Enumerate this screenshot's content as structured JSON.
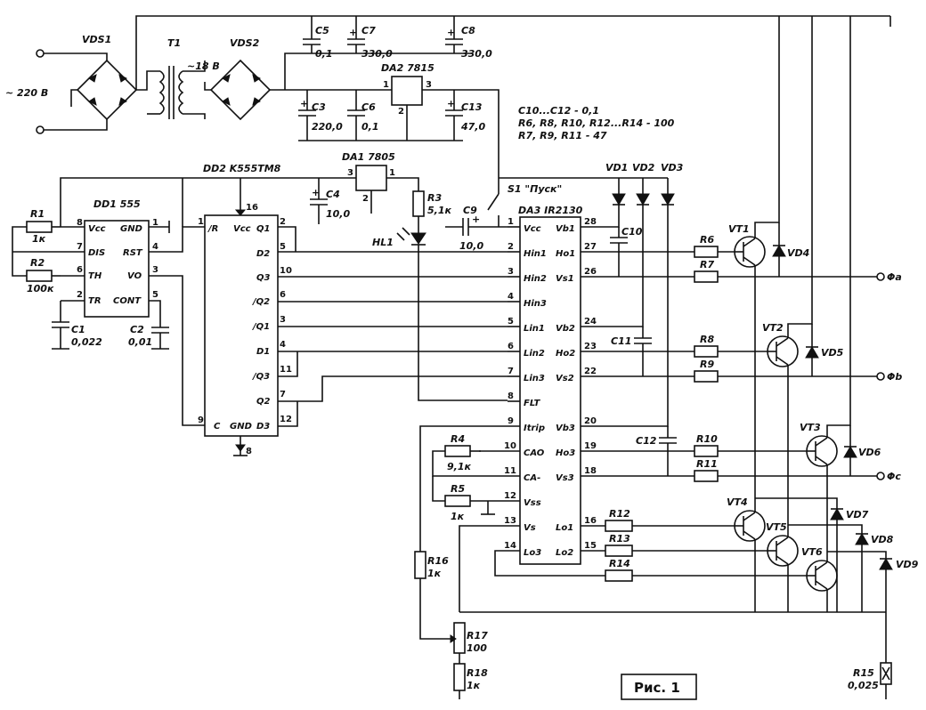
{
  "labels": {
    "vds1": "VDS1",
    "t1": "T1",
    "vds2": "VDS2",
    "mains": "~ 220 В",
    "sec": "~18 В",
    "c5": "C5",
    "c5v": "0,1",
    "c7": "C7",
    "c7v": "330,0",
    "c8": "C8",
    "c8v": "330,0",
    "da2": "DA2 7815",
    "c3": "C3",
    "c3v": "220,0",
    "c6": "C6",
    "c6v": "0,1",
    "c13": "C13",
    "c13v": "47,0",
    "note1": "C10...C12 - 0,1",
    "note2": "R6, R8, R10, R12...R14 - 100",
    "note3": "R7, R9, R11 - 47",
    "dd2": "DD2 K555TM8",
    "da1": "DA1 7805",
    "c4": "C4",
    "c4v": "10,0",
    "r3": "R3",
    "r3v": "5,1к",
    "hl1": "HL1",
    "s1": "S1 \"Пуск\"",
    "c9": "C9",
    "c9v": "10,0",
    "vd1": "VD1",
    "vd2": "VD2",
    "vd3": "VD3",
    "dd1": "DD1 555",
    "r1": "R1",
    "r1v": "1к",
    "r2": "R2",
    "r2v": "100к",
    "c1": "C1",
    "c1v": "0,022",
    "c2": "C2",
    "c2v": "0,01",
    "da3": "DA3 IR2130",
    "c10": "C10",
    "c11": "C11",
    "c12": "C12",
    "r4": "R4",
    "r4v": "9,1к",
    "r5": "R5",
    "r5v": "1к",
    "r6": "R6",
    "r7": "R7",
    "r8": "R8",
    "r9": "R9",
    "r10": "R10",
    "r11": "R11",
    "r12": "R12",
    "r13": "R13",
    "r14": "R14",
    "vt1": "VT1",
    "vt2": "VT2",
    "vt3": "VT3",
    "vt4": "VT4",
    "vt5": "VT5",
    "vt6": "VT6",
    "vd4": "VD4",
    "vd5": "VD5",
    "vd6": "VD6",
    "vd7": "VD7",
    "vd8": "VD8",
    "vd9": "VD9",
    "phia": "Φa",
    "phib": "Φb",
    "phic": "Φc",
    "r16": "R16",
    "r16v": "1к",
    "r17": "R17",
    "r17v": "100",
    "r18": "R18",
    "r18v": "1к",
    "r15": "R15",
    "r15v": "0,025",
    "caption": "Рис. 1"
  },
  "pins": {
    "da2_1": "1",
    "da2_2": "2",
    "da2_3": "3",
    "da1_1": "1",
    "da1_2": "2",
    "da1_3": "3",
    "dd1_8": "8",
    "dd1_7": "7",
    "dd1_6": "6",
    "dd1_2": "2",
    "dd1_1": "1",
    "dd1_4": "4",
    "dd1_3": "3",
    "dd1_5": "5",
    "dd2_1": "1",
    "dd2_16": "16",
    "dd2_9": "9",
    "dd2_8": "8",
    "dd2_2": "2",
    "dd2_5": "5",
    "dd2_10": "10",
    "dd2_6": "6",
    "dd2_3": "3",
    "dd2_4": "4",
    "dd2_11": "11",
    "dd2_7": "7",
    "dd2_12": "12",
    "da3_1": "1",
    "da3_2": "2",
    "da3_3": "3",
    "da3_4": "4",
    "da3_5": "5",
    "da3_6": "6",
    "da3_7": "7",
    "da3_8": "8",
    "da3_9": "9",
    "da3_10": "10",
    "da3_11": "11",
    "da3_12": "12",
    "da3_13": "13",
    "da3_14": "14",
    "da3_28": "28",
    "da3_27": "27",
    "da3_26": "26",
    "da3_24": "24",
    "da3_23": "23",
    "da3_22": "22",
    "da3_20": "20",
    "da3_19": "19",
    "da3_18": "18",
    "da3_16": "16",
    "da3_15": "15"
  },
  "pinnames": {
    "dd1_vcc": "Vcc",
    "dd1_dis": "DIS",
    "dd1_th": "TH",
    "dd1_tr": "TR",
    "dd1_gnd": "GND",
    "dd1_rst": "RST",
    "dd1_vo": "VO",
    "dd1_cont": "CONT",
    "dd2_r": "/R",
    "dd2_vcc": "Vcc",
    "dd2_q1": "Q1",
    "dd2_d2": "D2",
    "dd2_q3": "Q3",
    "dd2_nq2": "/Q2",
    "dd2_nq1": "/Q1",
    "dd2_d1": "D1",
    "dd2_nq3": "/Q3",
    "dd2_q2": "Q2",
    "dd2_c": "C",
    "dd2_gnd": "GND",
    "dd2_d3": "D3",
    "da3_vcc": "Vcc",
    "da3_hin1": "Hin1",
    "da3_hin2": "Hin2",
    "da3_hin3": "Hin3",
    "da3_lin1": "Lin1",
    "da3_lin2": "Lin2",
    "da3_lin3": "Lin3",
    "da3_flt": "FLT",
    "da3_itrip": "Itrip",
    "da3_cao": "CAO",
    "da3_ca": "CA-",
    "da3_vss": "Vss",
    "da3_vs": "Vs",
    "da3_lo3": "Lo3",
    "da3_vb1": "Vb1",
    "da3_ho1": "Ho1",
    "da3_vs1": "Vs1",
    "da3_vb2": "Vb2",
    "da3_ho2": "Ho2",
    "da3_vs2": "Vs2",
    "da3_vb3": "Vb3",
    "da3_ho3": "Ho3",
    "da3_vs3": "Vs3",
    "da3_lo1": "Lo1",
    "da3_lo2": "Lo2"
  }
}
